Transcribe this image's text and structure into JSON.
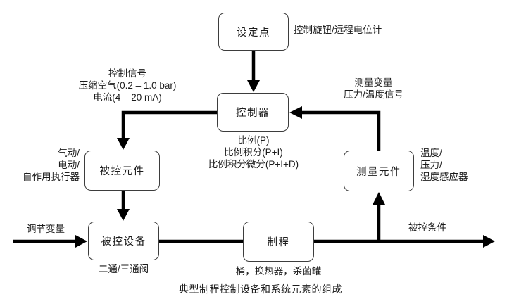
{
  "diagram": {
    "caption": "典型制程控制设备和系统元素的组成",
    "boxes": {
      "setpoint": "设定点",
      "controller": "控制器",
      "controlled_element": "被控元件",
      "measuring_element": "测量元件",
      "controlled_device": "被控设备",
      "process": "制程"
    },
    "labels": {
      "setpoint_note": "控制旋钮/远程电位计",
      "control_signal": [
        "控制信号",
        "压缩空气(0.2 – 1.0 bar)",
        "电流(4 – 20 mA)"
      ],
      "measured_variable": [
        "测量变量",
        "压力/温度信号"
      ],
      "controller_modes": [
        "比例(P)",
        "比例积分(P+I)",
        "比例积分微分(P+I+D)"
      ],
      "actuator_types": [
        "气动/",
        "电动/",
        "自作用执行器"
      ],
      "sensor_types": [
        "温度/",
        "压力/",
        "湿度感应器"
      ],
      "manipulated_variable": "调节变量",
      "controlled_condition": "被控条件",
      "valve_note": "二通/三通阀",
      "process_examples": "桶，换热器，杀菌罐"
    },
    "colors": {
      "line": "#000000",
      "box_border": "#3d3d3d",
      "text": "#1c1c1c",
      "background": "#ffffff"
    }
  }
}
